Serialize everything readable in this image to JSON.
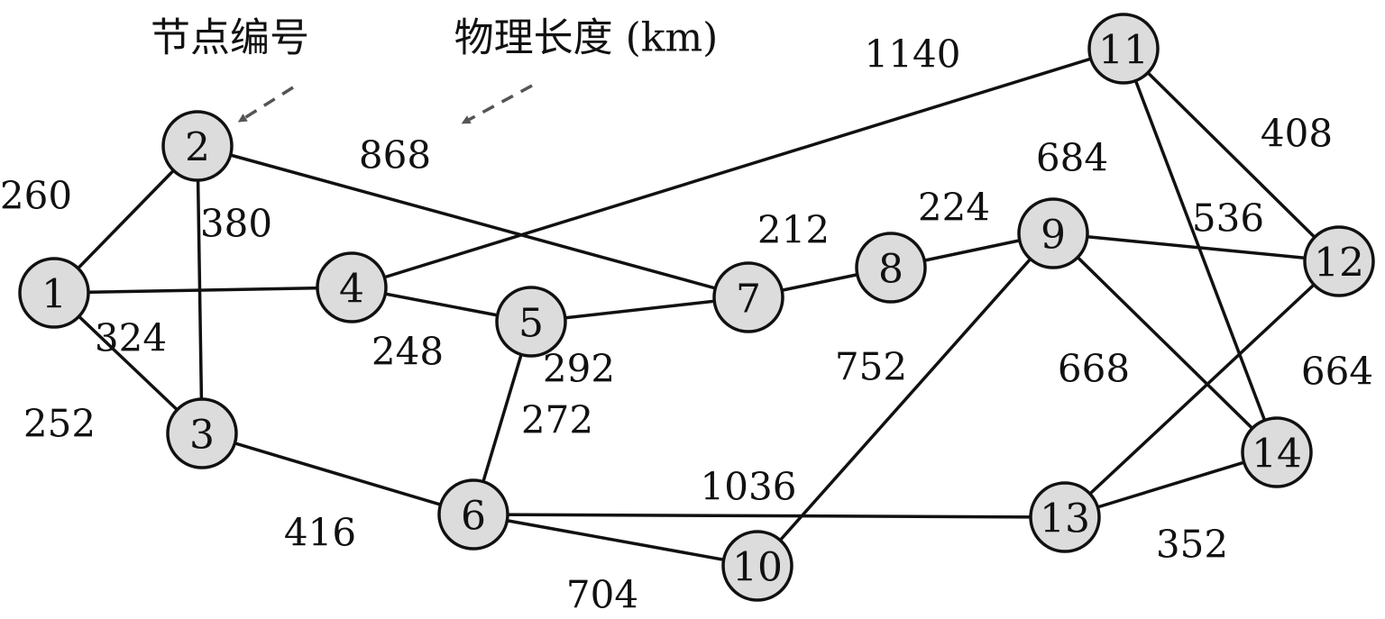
{
  "legend": {
    "node_label": "节点编号",
    "length_label": "物理长度 (km)"
  },
  "colors": {
    "node_fill": "#dcdcdc",
    "stroke": "#111111",
    "arrow": "#555555"
  },
  "nodes": [
    {
      "id": "1"
    },
    {
      "id": "2"
    },
    {
      "id": "3"
    },
    {
      "id": "4"
    },
    {
      "id": "5"
    },
    {
      "id": "6"
    },
    {
      "id": "7"
    },
    {
      "id": "8"
    },
    {
      "id": "9"
    },
    {
      "id": "10"
    },
    {
      "id": "11"
    },
    {
      "id": "12"
    },
    {
      "id": "13"
    },
    {
      "id": "14"
    }
  ],
  "edges": [
    {
      "from": "1",
      "to": "2",
      "length": "260"
    },
    {
      "from": "1",
      "to": "3",
      "length": "252"
    },
    {
      "from": "1",
      "to": "4",
      "length": "324"
    },
    {
      "from": "2",
      "to": "3",
      "length": "380"
    },
    {
      "from": "2",
      "to": "7",
      "length": "868"
    },
    {
      "from": "3",
      "to": "6",
      "length": "416"
    },
    {
      "from": "4",
      "to": "5",
      "length": "248"
    },
    {
      "from": "4",
      "to": "11",
      "length": "1140"
    },
    {
      "from": "5",
      "to": "6",
      "length": "272"
    },
    {
      "from": "5",
      "to": "7",
      "length": "292"
    },
    {
      "from": "6",
      "to": "10",
      "length": "704"
    },
    {
      "from": "6",
      "to": "13",
      "length": "1036"
    },
    {
      "from": "7",
      "to": "8",
      "length": "212"
    },
    {
      "from": "8",
      "to": "9",
      "length": "224"
    },
    {
      "from": "9",
      "to": "10",
      "length": "752"
    },
    {
      "from": "9",
      "to": "12",
      "length": "684"
    },
    {
      "from": "9",
      "to": "14",
      "length": "668"
    },
    {
      "from": "11",
      "to": "12",
      "length": "408"
    },
    {
      "from": "11",
      "to": "14",
      "length": "536"
    },
    {
      "from": "12",
      "to": "13",
      "length": "664"
    },
    {
      "from": "13",
      "to": "14",
      "length": "352"
    }
  ]
}
